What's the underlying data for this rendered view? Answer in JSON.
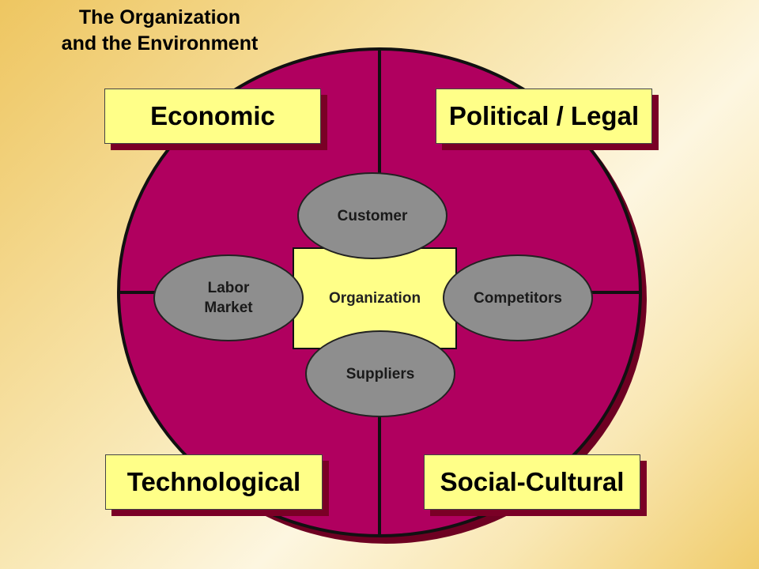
{
  "title": {
    "line1": "The Organization",
    "line2": "and the Environment"
  },
  "sectors": {
    "economic": "Economic",
    "political_legal": "Political / Legal",
    "technological": "Technological",
    "social_cultural": "Social-Cultural"
  },
  "center": {
    "organization": "Organization"
  },
  "stakeholders": {
    "customer": "Customer",
    "labor_market_line1": "Labor",
    "labor_market_line2": "Market",
    "competitors": "Competitors",
    "suppliers": "Suppliers"
  },
  "colors": {
    "circle_fill": "#b0005f",
    "circle_shadow": "#6e0022",
    "box_fill": "#ffff88",
    "box_shadow": "#7a0026",
    "ellipse_fill": "#8e8e8e"
  }
}
